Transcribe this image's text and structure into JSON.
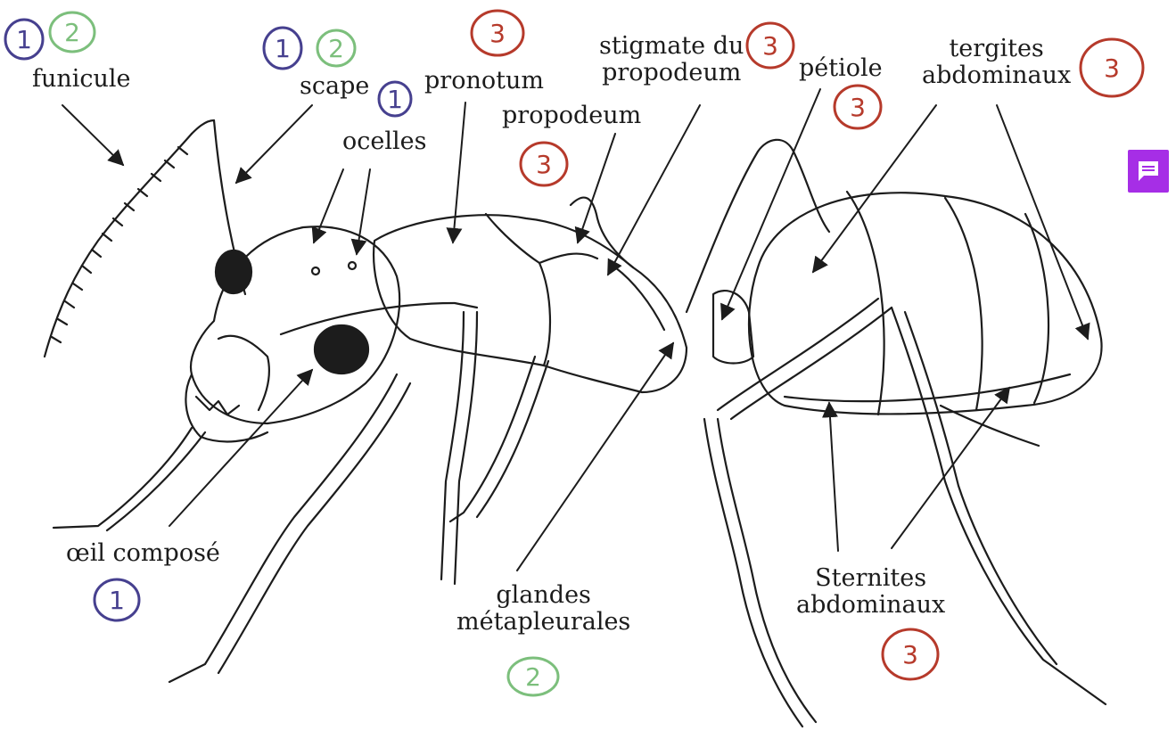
{
  "labels": {
    "funicule": "funicule",
    "scape": "scape",
    "ocelles": "ocelles",
    "pronotum": "pronotum",
    "propodeum": "propodeum",
    "stigmate": "stigmate du\npropodeum",
    "petiole": "pétiole",
    "tergites": "tergites\nabdominaux",
    "oeil": "œil composé",
    "glandes": "glandes\nmétapleurales",
    "sternites": "Sternites\nabdominaux"
  },
  "annotations": {
    "n1": "1",
    "n2": "2",
    "n3": "3"
  },
  "colors": {
    "annotation_1": "#46408f",
    "annotation_2": "#7cbf7c",
    "annotation_3": "#b63a2b",
    "comment_button": "#a62ee6"
  },
  "comment_button": {
    "icon": "comment-icon"
  }
}
